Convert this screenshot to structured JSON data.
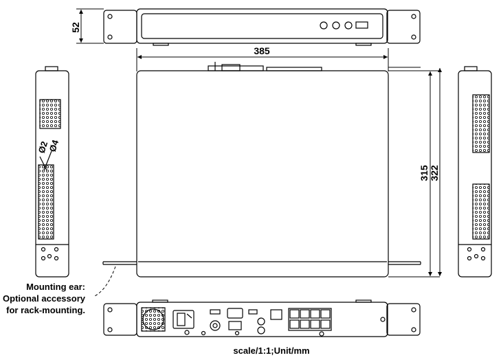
{
  "dimensions": {
    "height": "52",
    "width": "385",
    "depth_body": "315",
    "depth_total": "322",
    "vent_small": "Ø2",
    "vent_large": "Ø4"
  },
  "note": {
    "line1": "Mounting ear:",
    "line2": "Optional accessory",
    "line3": "for rack-mounting."
  },
  "scale_text": "scale/1:1;Unit/mm",
  "colors": {
    "line": "#000000",
    "fill": "#ffffff"
  }
}
